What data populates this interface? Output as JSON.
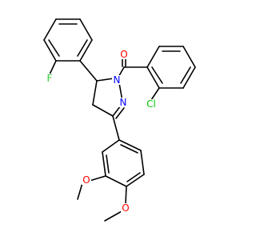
{
  "colors": {
    "background": "#ffffff",
    "bond": "#000000",
    "oxygen": "#ff0000",
    "nitrogen": "#0000ff",
    "fluorine": "#33cc33",
    "chlorine": "#00cc00"
  },
  "labels": {
    "carbonyl_oxygen": "O",
    "fluorine": "F",
    "chlorine": "Cl",
    "n1": "N",
    "n2": "N",
    "methoxy_o_upper": "O",
    "methoxy_o_lower": "O"
  }
}
